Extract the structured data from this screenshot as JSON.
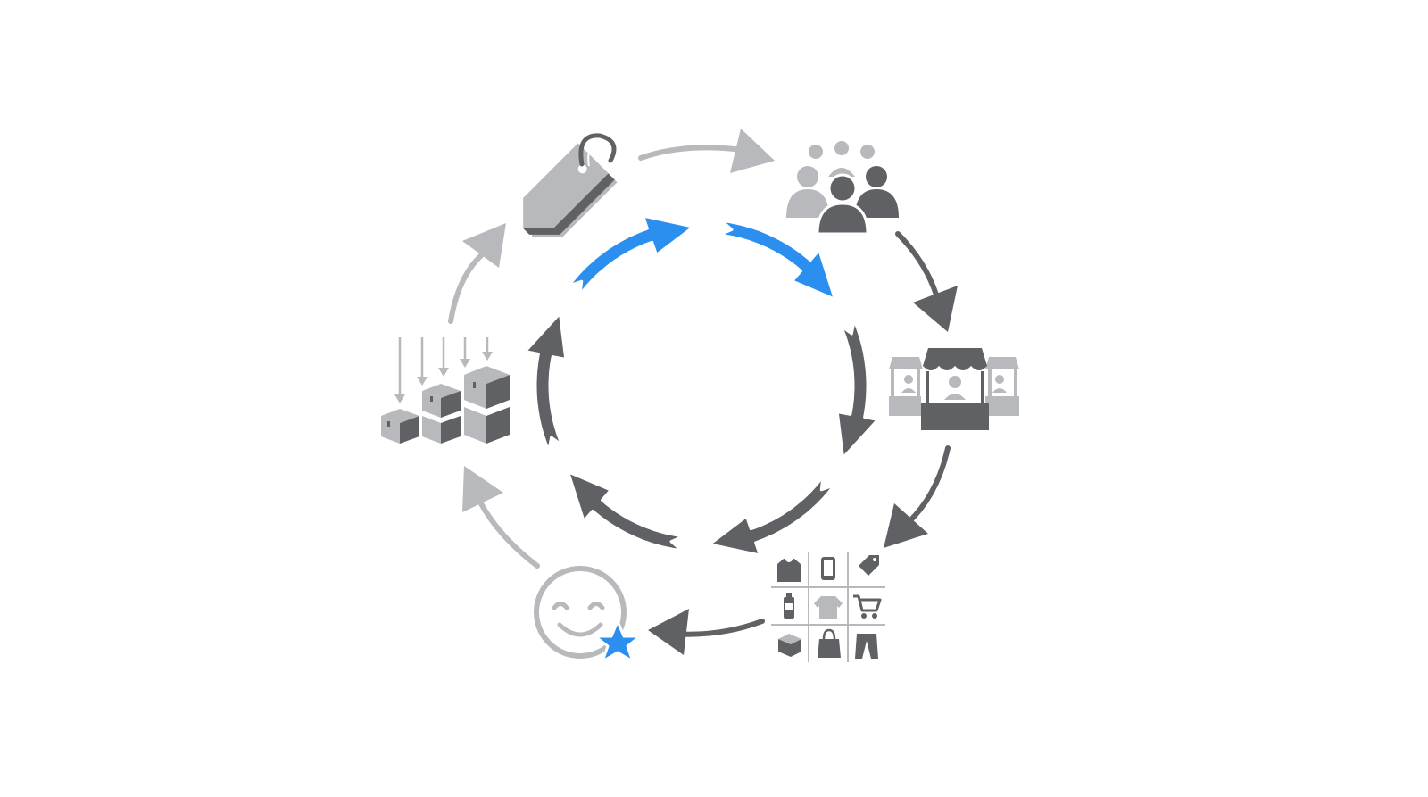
{
  "diagram": {
    "kind": "cycle",
    "colors": {
      "dark": "#5f6165",
      "light": "#b7b9bd",
      "accent": "#2b8ff0",
      "background": "#ffffff"
    },
    "inner_ring": {
      "direction": "clockwise",
      "arrow_count": 6,
      "highlighted_arrows": 2,
      "highlight_color": "#2b8ff0"
    },
    "stages": [
      {
        "id": "pricing",
        "icon": "price-tag-icon"
      },
      {
        "id": "audience",
        "icon": "people-group-icon"
      },
      {
        "id": "marketplace",
        "icon": "market-stalls-icon"
      },
      {
        "id": "catalog",
        "icon": "product-grid-icon"
      },
      {
        "id": "satisfaction",
        "icon": "smiley-star-icon"
      },
      {
        "id": "inventory",
        "icon": "stacked-boxes-icon"
      }
    ],
    "catalog_items": [
      "sweater-icon",
      "smartphone-icon",
      "tag-icon",
      "bottle-icon",
      "shirt-icon",
      "shopping-cart-icon",
      "box-icon",
      "handbag-icon",
      "pants-icon"
    ]
  }
}
